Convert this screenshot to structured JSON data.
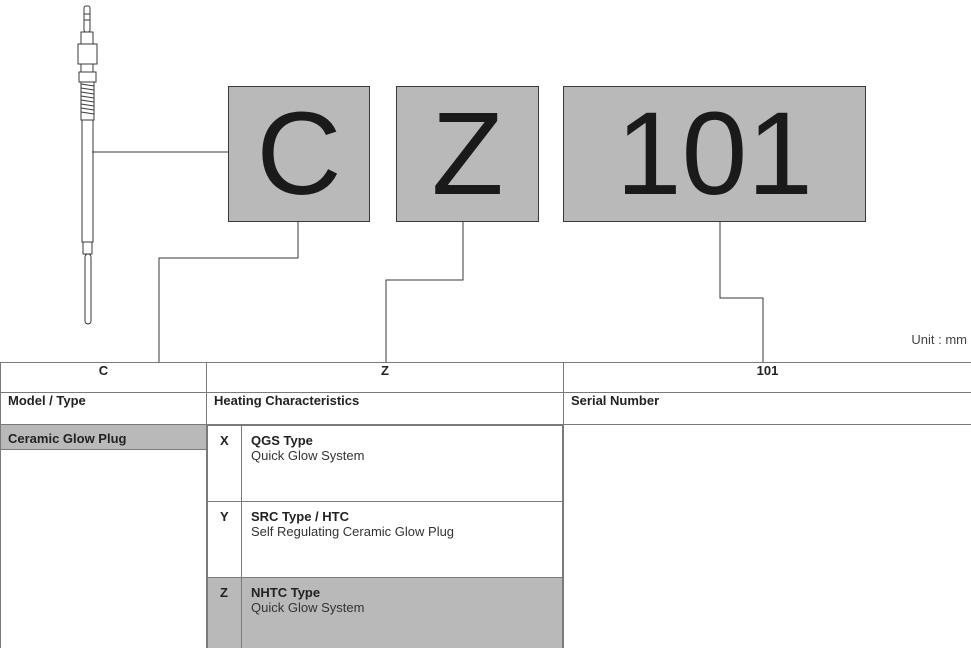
{
  "diagram": {
    "code": {
      "c": "C",
      "z": "Z",
      "serial": "101"
    },
    "unit": "Unit : mm"
  },
  "table": {
    "headers": {
      "c": "C",
      "z": "Z",
      "serial": "101"
    },
    "subheaders": {
      "model": "Model / Type",
      "heating": "Heating Characteristics",
      "serial": "Serial Number"
    },
    "model_type": "Ceramic Glow Plug",
    "heating_options": [
      {
        "letter": "X",
        "title": "QGS Type",
        "description": "Quick Glow System",
        "highlighted": false
      },
      {
        "letter": "Y",
        "title": "SRC Type / HTC",
        "description": "Self Regulating Ceramic Glow Plug",
        "highlighted": false
      },
      {
        "letter": "Z",
        "title": "NHTC Type",
        "description": "Quick Glow System",
        "highlighted": true
      }
    ]
  },
  "colors": {
    "box_fill": "#b9b9b9",
    "line": "#3a3a3a",
    "highlight": "#b9b9b9"
  }
}
